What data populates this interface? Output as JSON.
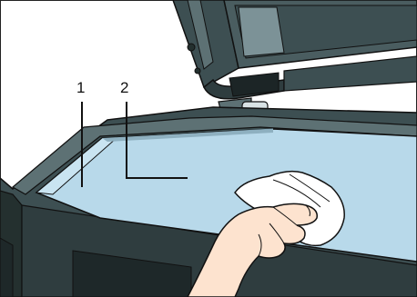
{
  "callouts": [
    {
      "number": "1"
    },
    {
      "number": "2"
    }
  ],
  "colors": {
    "machine_body": "#3d4f52",
    "machine_shadow": "#24302f",
    "machine_light": "#5d7174",
    "exposure_glass": "#b8d9ea",
    "glass_edge": "#7fa3b5",
    "hand_skin": "#fde3cf",
    "cloth": "#ffffff",
    "outline": "#111111"
  },
  "icons": [
    "scanner-unit",
    "exposure-glass",
    "scanning-strip",
    "adf-lid",
    "hand",
    "cleaning-cloth"
  ]
}
